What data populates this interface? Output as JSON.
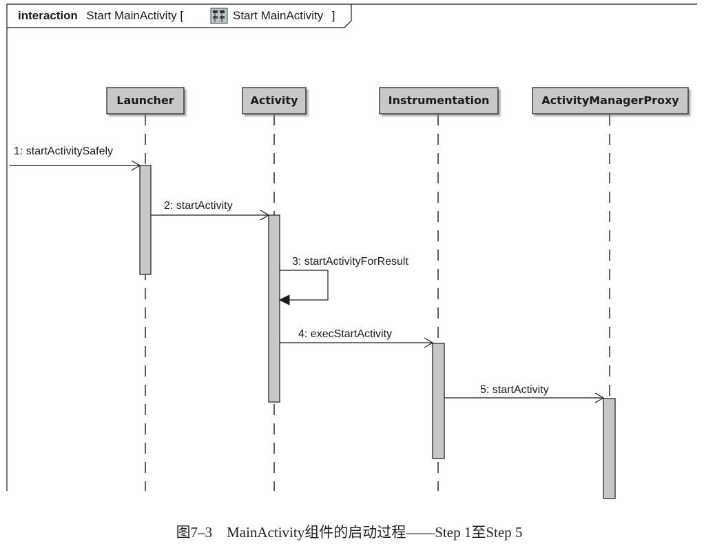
{
  "frame": {
    "keyword": "interaction",
    "name": "Start MainActivity [",
    "ref": "Start MainActivity",
    "close": "]"
  },
  "lifelines": [
    {
      "id": "launcher",
      "label": "Launcher"
    },
    {
      "id": "activity",
      "label": "Activity"
    },
    {
      "id": "instrumentation",
      "label": "Instrumentation"
    },
    {
      "id": "amp",
      "label": "ActivityManagerProxy"
    }
  ],
  "messages": [
    {
      "label": "1: startActivitySafely",
      "from": "external",
      "to": "launcher"
    },
    {
      "label": "2: startActivity",
      "from": "launcher",
      "to": "activity"
    },
    {
      "label": "3: startActivityForResult",
      "from": "activity",
      "to": "activity"
    },
    {
      "label": "4: execStartActivity",
      "from": "activity",
      "to": "instrumentation"
    },
    {
      "label": "5: startActivity",
      "from": "instrumentation",
      "to": "amp"
    }
  ],
  "caption": "图7–3　MainActivity组件的启动过程——Step 1至Step 5",
  "colors": {
    "header_fill": "#c8c8c8",
    "activation_fill": "#c8c8c8",
    "line": "#1a1a1a"
  },
  "icons": {
    "frame_ref": "interaction-diagram-icon"
  }
}
